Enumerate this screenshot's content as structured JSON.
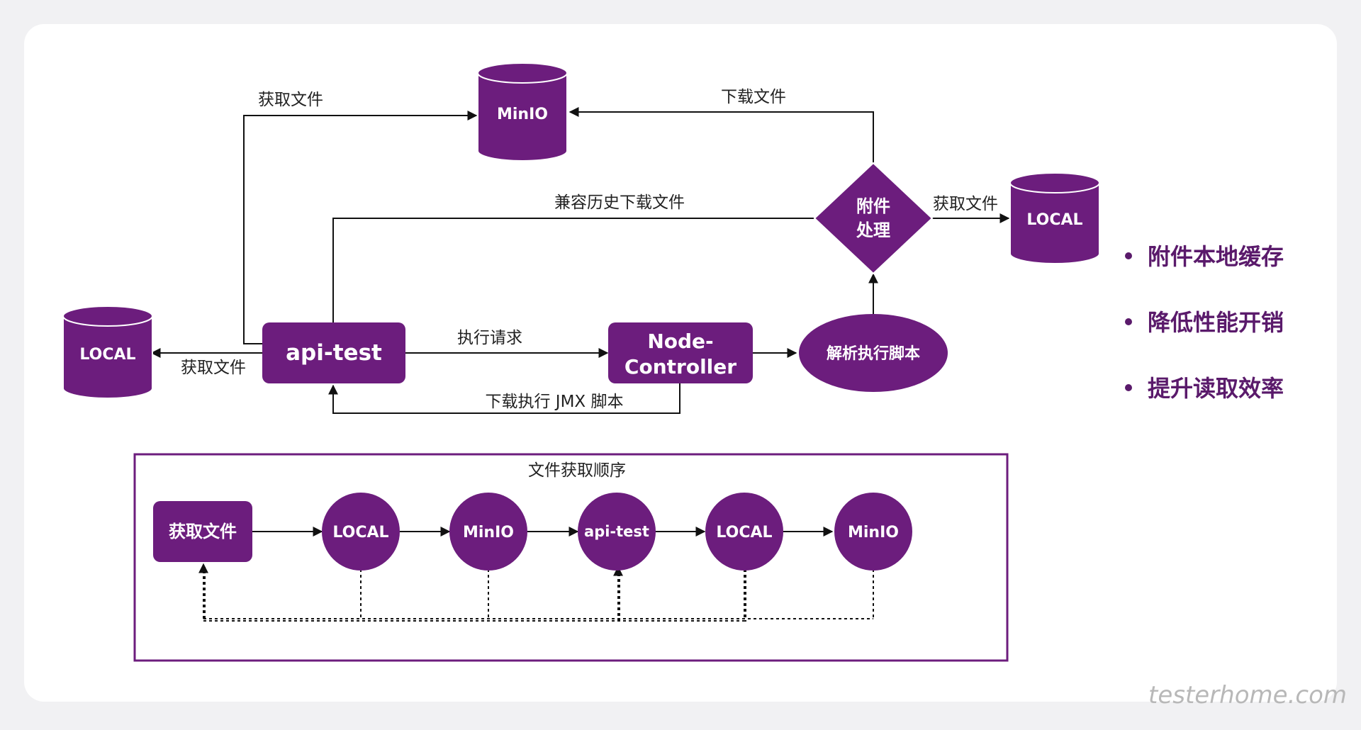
{
  "colors": {
    "purple": "#6c1d7d",
    "purple_dark": "#4e1059",
    "line": "#111111",
    "text": "#222222",
    "bullet_text": "#5a1a6b",
    "card_bg": "#ffffff",
    "page_bg": "#f1f1f3"
  },
  "nodes": {
    "minio_top": "MinIO",
    "local_right": "LOCAL",
    "local_left": "LOCAL",
    "api_test": "api-test",
    "node_controller_line1": "Node-",
    "node_controller_line2": "Controller",
    "parse_script": "解析执行脚本",
    "attachment_line1": "附件",
    "attachment_line2": "处理"
  },
  "edges": {
    "fetch_file_to_minio": "获取文件",
    "download_file_to_minio": "下载文件",
    "compat_history_download": "兼容历史下载文件",
    "fetch_file_to_local_right": "获取文件",
    "fetch_file_to_local_left": "获取文件",
    "exec_request": "执行请求",
    "download_exec_jmx": "下载执行 JMX 脚本"
  },
  "bullets": [
    "附件本地缓存",
    "降低性能开销",
    "提升读取效率"
  ],
  "order_box": {
    "title": "文件获取顺序",
    "start": "获取文件",
    "steps": [
      "LOCAL",
      "MinIO",
      "api-test",
      "LOCAL",
      "MinIO"
    ]
  },
  "watermark": "testerhome.com"
}
